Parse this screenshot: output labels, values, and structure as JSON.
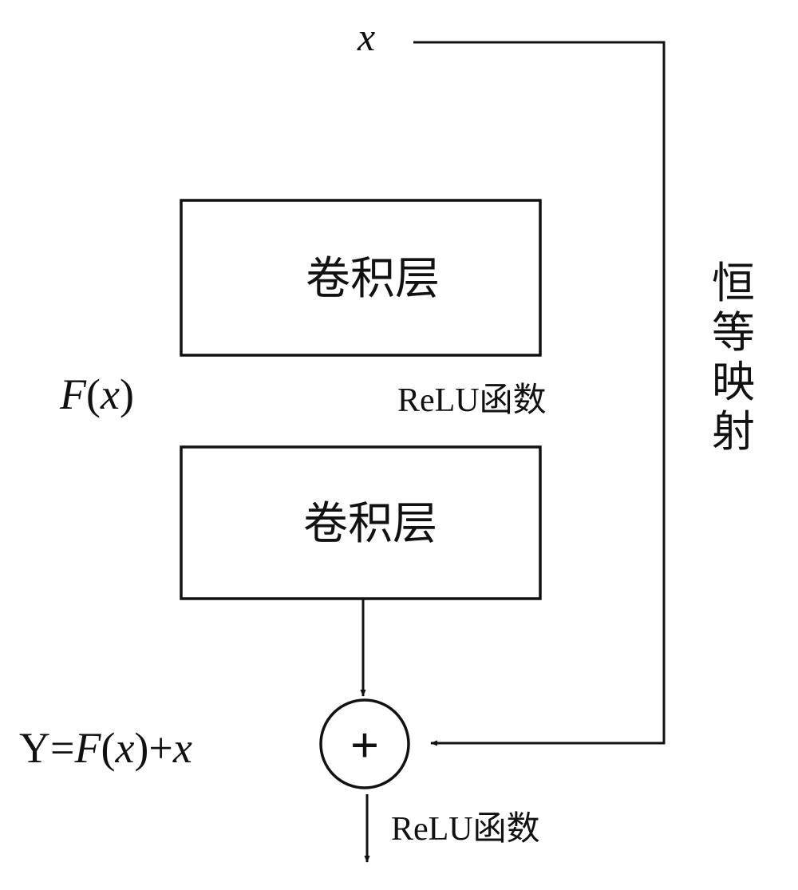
{
  "input": {
    "var": "x"
  },
  "shortcut": {
    "chars": [
      "恒",
      "等",
      "映",
      "射"
    ]
  },
  "layers": [
    {
      "label": "卷积层"
    },
    {
      "label": "卷积层"
    }
  ],
  "function_label": {
    "prefix": "F",
    "open": "(",
    "var": "x",
    "close": ")"
  },
  "relu_mid": {
    "text": "ReLU函数"
  },
  "adder": {
    "symbol": "+"
  },
  "output_eq": {
    "y": "Y",
    "eq": "=",
    "f": "F",
    "open": "(",
    "var": "x",
    "close": ")",
    "plus": "+",
    "var2": "x"
  },
  "relu_out": {
    "text": "ReLU函数"
  }
}
